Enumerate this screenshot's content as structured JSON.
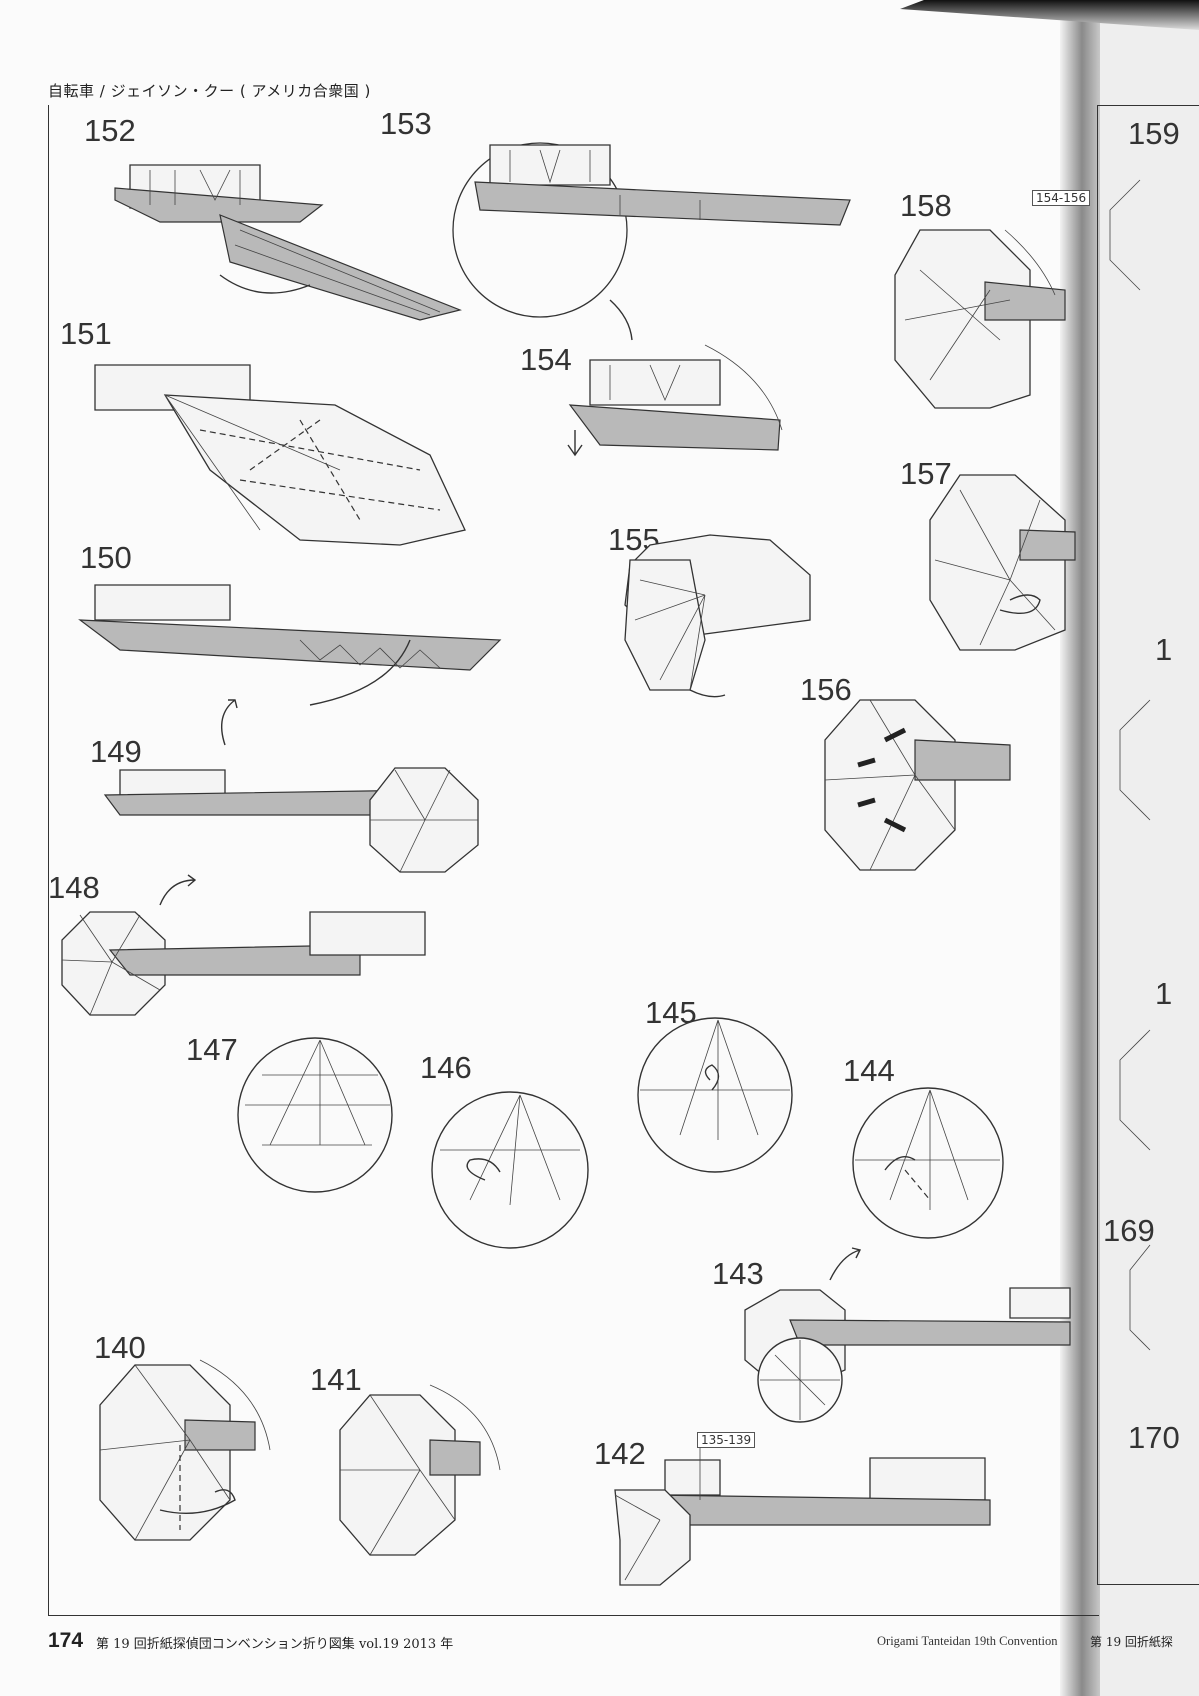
{
  "header": "自転車 / ジェイソン・クー ( アメリカ合衆国 )",
  "steps": {
    "s140": "140",
    "s141": "141",
    "s142": "142",
    "s143": "143",
    "s144": "144",
    "s145": "145",
    "s146": "146",
    "s147": "147",
    "s148": "148",
    "s149": "149",
    "s150": "150",
    "s151": "151",
    "s152": "152",
    "s153": "153",
    "s154": "154",
    "s155": "155",
    "s156": "156",
    "s157": "157",
    "s158": "158"
  },
  "refs": {
    "r154": "154-156",
    "r135": "135-139"
  },
  "right_page_steps": {
    "r159": "159",
    "r169": "169",
    "r170": "170",
    "r1a": "1",
    "r1b": "1"
  },
  "footer": {
    "page_number": "174",
    "jp": "第 19 回折紙探偵団コンベンション折り図集 vol.19 2013 年",
    "en": "Origami Tanteidan 19th Convention",
    "right_jp": "第 19 回折紙探"
  }
}
